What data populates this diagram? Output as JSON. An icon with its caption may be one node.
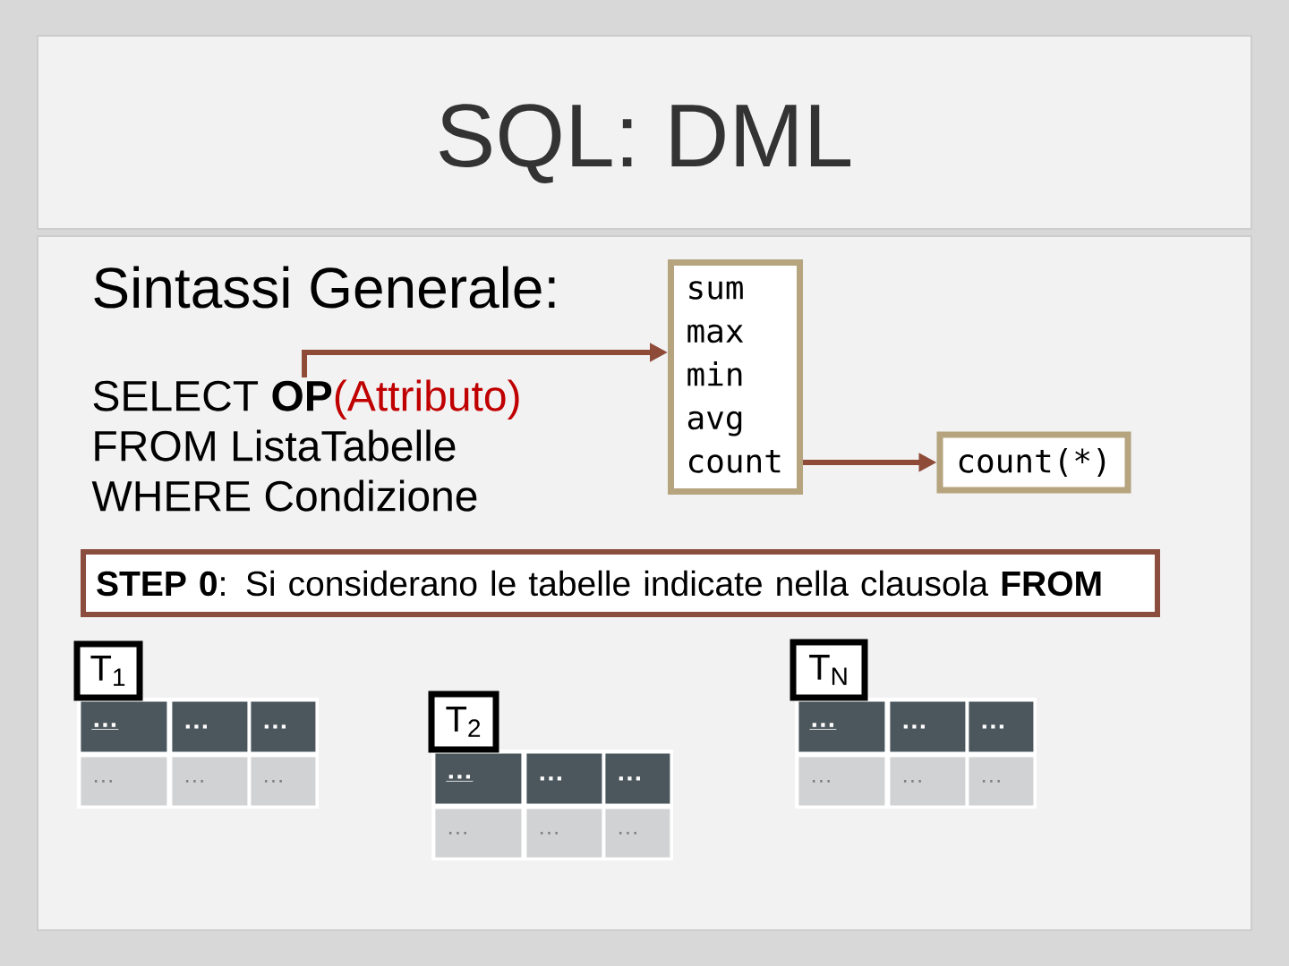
{
  "diagram": {
    "title": "SQL: DML",
    "nodes": [
      {
        "text": [
          "SELECT **OP**",
          "(Attributo)",
          "FROM ListaTabelle",
          "WHERE Condizione"
        ]
      },
      {
        "text": [
          "sum max min avg count"
        ]
      },
      {
        "text": [
          "count(*)"
        ]
      },
      {
        "text": [
          "**STEP 0**: Si considerano le tabelle indicate nella clausola **FROM**"
        ]
      },
      {
        "text": [
          "T$_{1}$"
        ]
      },
      {
        "text": [
          "T$_{2}$"
        ]
      },
      {
        "text": [
          "T$_{N}$"
        ]
      }
    ],
    "edges": [
      {
        "from": 0,
        "to": 1,
        "arrow": "to"
      },
      {
        "from": 1,
        "to": 2,
        "arrow": "to"
      }
    ],
    "labels": [
      "Sintassi Generale:",
      "…",
      "…",
      "…",
      "…",
      "…",
      "…",
      "…",
      "…",
      "…",
      "…",
      "…",
      "…",
      "…",
      "…",
      "…",
      "…",
      "…",
      "…"
    ]
  }
}
